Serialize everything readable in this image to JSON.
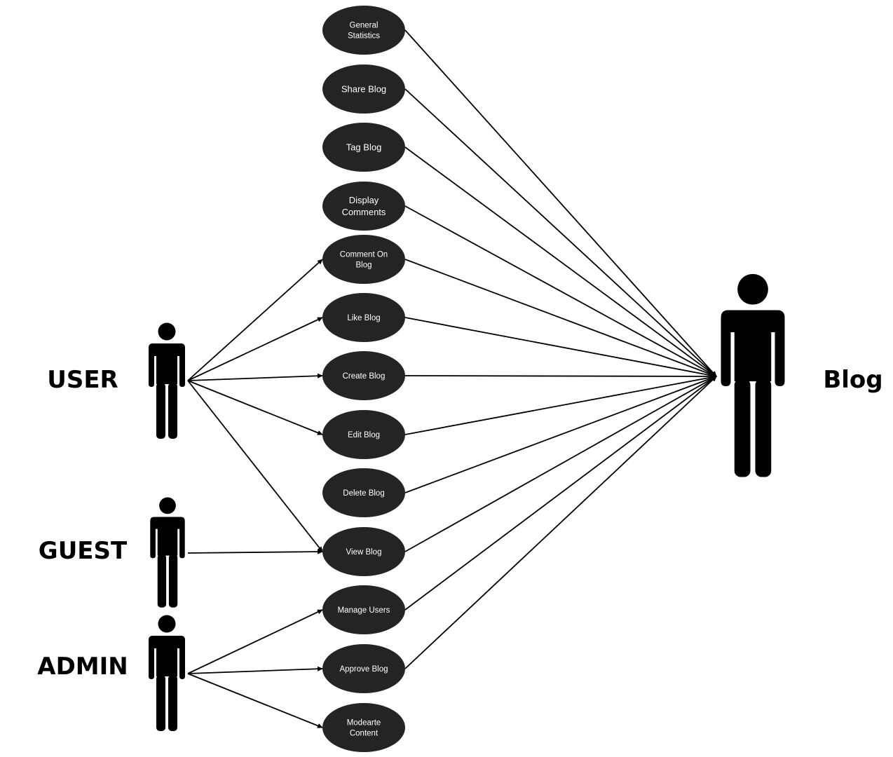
{
  "colors": {
    "background": "#ffffff",
    "use_case_fill": "#242424",
    "use_case_text": "#ffffff",
    "actor_fill": "#000000",
    "line": "#000000"
  },
  "actors": [
    {
      "id": "user",
      "label": "USER",
      "icon": "person-icon"
    },
    {
      "id": "guest",
      "label": "GUEST",
      "icon": "person-icon"
    },
    {
      "id": "admin",
      "label": "ADMIN",
      "icon": "person-icon"
    },
    {
      "id": "blog",
      "label": "Blog",
      "icon": "person-icon"
    }
  ],
  "use_cases": [
    {
      "id": "general-statistics",
      "label": [
        "General",
        "Statistics"
      ]
    },
    {
      "id": "share-blog",
      "label": [
        "Share Blog"
      ]
    },
    {
      "id": "tag-blog",
      "label": [
        "Tag Blog"
      ]
    },
    {
      "id": "display-comments",
      "label": [
        "Display",
        "Comments"
      ]
    },
    {
      "id": "comment-on-blog",
      "label": [
        "Comment On",
        "Blog"
      ]
    },
    {
      "id": "like-blog",
      "label": [
        "Like Blog"
      ]
    },
    {
      "id": "create-blog",
      "label": [
        "Create Blog"
      ]
    },
    {
      "id": "edit-blog",
      "label": [
        "Edit Blog"
      ]
    },
    {
      "id": "delete-blog",
      "label": [
        "Delete Blog"
      ]
    },
    {
      "id": "view-blog",
      "label": [
        "View Blog"
      ]
    },
    {
      "id": "manage-users",
      "label": [
        "Manage Users"
      ]
    },
    {
      "id": "approve-blog",
      "label": [
        "Approve Blog"
      ]
    },
    {
      "id": "moderate-content",
      "label": [
        "Modearte",
        "Content"
      ]
    }
  ],
  "connections": [
    {
      "from": "user",
      "to": "comment-on-blog",
      "arrow": true
    },
    {
      "from": "user",
      "to": "like-blog",
      "arrow": true
    },
    {
      "from": "user",
      "to": "create-blog",
      "arrow": true
    },
    {
      "from": "user",
      "to": "edit-blog",
      "arrow": true
    },
    {
      "from": "user",
      "to": "view-blog",
      "arrow": true
    },
    {
      "from": "guest",
      "to": "view-blog",
      "arrow": true
    },
    {
      "from": "admin",
      "to": "manage-users",
      "arrow": true
    },
    {
      "from": "admin",
      "to": "approve-blog",
      "arrow": true
    },
    {
      "from": "admin",
      "to": "moderate-content",
      "arrow": true
    },
    {
      "from": "general-statistics",
      "to": "blog",
      "arrow": true
    },
    {
      "from": "share-blog",
      "to": "blog",
      "arrow": true
    },
    {
      "from": "tag-blog",
      "to": "blog",
      "arrow": true
    },
    {
      "from": "display-comments",
      "to": "blog",
      "arrow": true
    },
    {
      "from": "comment-on-blog",
      "to": "blog",
      "arrow": true
    },
    {
      "from": "like-blog",
      "to": "blog",
      "arrow": true
    },
    {
      "from": "create-blog",
      "to": "blog",
      "arrow": true
    },
    {
      "from": "edit-blog",
      "to": "blog",
      "arrow": true
    },
    {
      "from": "delete-blog",
      "to": "blog",
      "arrow": true
    },
    {
      "from": "view-blog",
      "to": "blog",
      "arrow": true
    },
    {
      "from": "manage-users",
      "to": "blog",
      "arrow": true
    },
    {
      "from": "approve-blog",
      "to": "blog",
      "arrow": true
    }
  ]
}
